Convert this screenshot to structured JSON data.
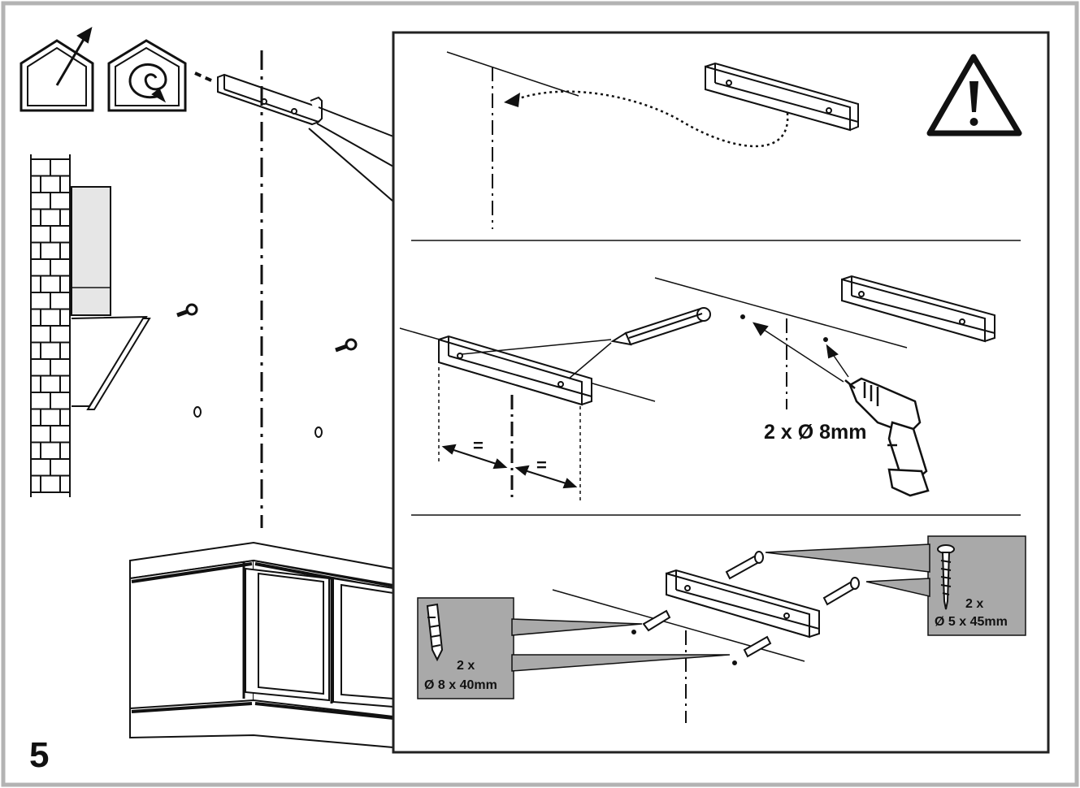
{
  "step": {
    "number": "5"
  },
  "icons": {
    "exhaust_mode": "house-exhaust-icon",
    "recirculation_mode": "house-recirculation-icon",
    "warning": "warning-triangle-icon",
    "pencil": "pencil-icon",
    "drill": "drill-icon",
    "wall_plug": "wall-plug-icon",
    "screw": "screw-icon"
  },
  "panel_mark": {
    "equal_left": "=",
    "equal_right": "="
  },
  "panel_drill": {
    "label": "2 x Ø 8mm"
  },
  "plug_callout": {
    "qty": "2 x",
    "size": "Ø 8 x 40mm"
  },
  "screw_callout": {
    "qty": "2 x",
    "size": "Ø 5 x 45mm"
  },
  "colors": {
    "line": "#111111",
    "callout_bg": "#a9a9a9",
    "panel_border": "#222222",
    "frame_border": "#b3b3b3"
  }
}
